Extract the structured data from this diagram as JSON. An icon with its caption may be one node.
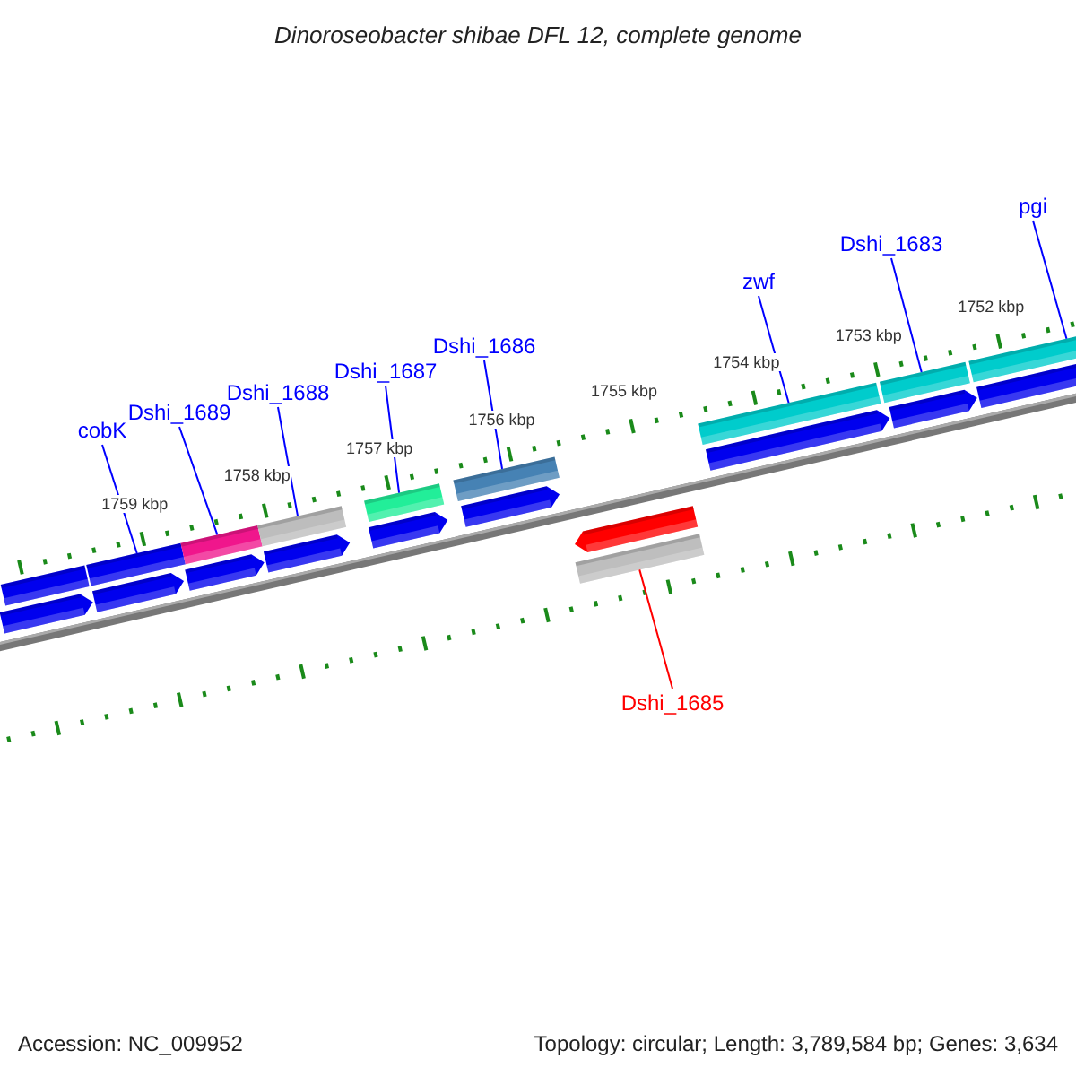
{
  "diagram": {
    "title": "Dinoroseobacter shibae DFL 12, complete genome",
    "nodes": [
      {
        "text": [
          "cobK"
        ]
      },
      {
        "text": [
          "Dshi_1689"
        ]
      },
      {
        "text": [
          "Dshi_1688"
        ]
      },
      {
        "text": [
          "Dshi_1687"
        ]
      },
      {
        "text": [
          "Dshi_1686"
        ]
      },
      {
        "text": [
          "zwf"
        ]
      },
      {
        "text": [
          "Dshi_1683"
        ]
      },
      {
        "text": [
          "pgi"
        ]
      },
      {
        "text": [
          "Dshi_1685"
        ]
      },
      {
        "text": [],
        "shape": "bar"
      },
      {
        "text": [],
        "shape": "bar"
      },
      {
        "text": [],
        "shape": "bar"
      },
      {
        "text": [],
        "shape": "bar"
      },
      {
        "text": [],
        "shape": "bar"
      },
      {
        "text": [],
        "shape": "bar"
      },
      {
        "text": [],
        "shape": "bar"
      },
      {
        "text": [],
        "shape": "bar"
      },
      {
        "text": [],
        "shape": "bar"
      },
      {
        "text": [],
        "shape": "bar"
      },
      {
        "text": [],
        "shape": "arrow"
      },
      {
        "text": [],
        "shape": "arrow"
      },
      {
        "text": [],
        "shape": "arrow"
      },
      {
        "text": [],
        "shape": "arrow"
      },
      {
        "text": [],
        "shape": "arrow"
      },
      {
        "text": [],
        "shape": "arrow"
      },
      {
        "text": [],
        "shape": "arrow"
      },
      {
        "text": [],
        "shape": "arrow"
      },
      {
        "text": [],
        "shape": "arrow"
      },
      {
        "text": [],
        "shape": "arrow"
      }
    ],
    "edges": [
      {
        "from": 0,
        "to": 9,
        "arrow": "none"
      },
      {
        "from": 1,
        "to": 10,
        "arrow": "none"
      },
      {
        "from": 2,
        "to": 11,
        "arrow": "none"
      },
      {
        "from": 3,
        "to": 12,
        "arrow": "none"
      },
      {
        "from": 4,
        "to": 13,
        "arrow": "none"
      },
      {
        "from": 5,
        "to": 14,
        "arrow": "none"
      },
      {
        "from": 6,
        "to": 15,
        "arrow": "none"
      },
      {
        "from": 7,
        "to": 16,
        "arrow": "none"
      },
      {
        "from": 8,
        "to": 17,
        "arrow": "none",
        "color": "#ff0000"
      }
    ],
    "labels": [
      "1759 kbp",
      "1758 kbp",
      "1757 kbp",
      "1756 kbp",
      "1755 kbp",
      "1754 kbp",
      "1753 kbp",
      "1752 kbp",
      "Accession: NC_009952",
      "Topology: circular; Length: 3,789,584 bp; Genes: 3,634"
    ]
  }
}
